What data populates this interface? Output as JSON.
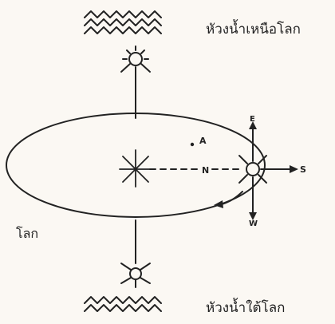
{
  "labels": {
    "north_water": "หัวงน้ำเหนือโลก",
    "south_water": "หัวงน้ำใต้โลก",
    "earth": "โลก",
    "point_a": "A",
    "north": "N",
    "east": "E",
    "south": "S",
    "west": "W"
  },
  "colors": {
    "ink": "#222222",
    "paper": "#fbf8f3"
  }
}
